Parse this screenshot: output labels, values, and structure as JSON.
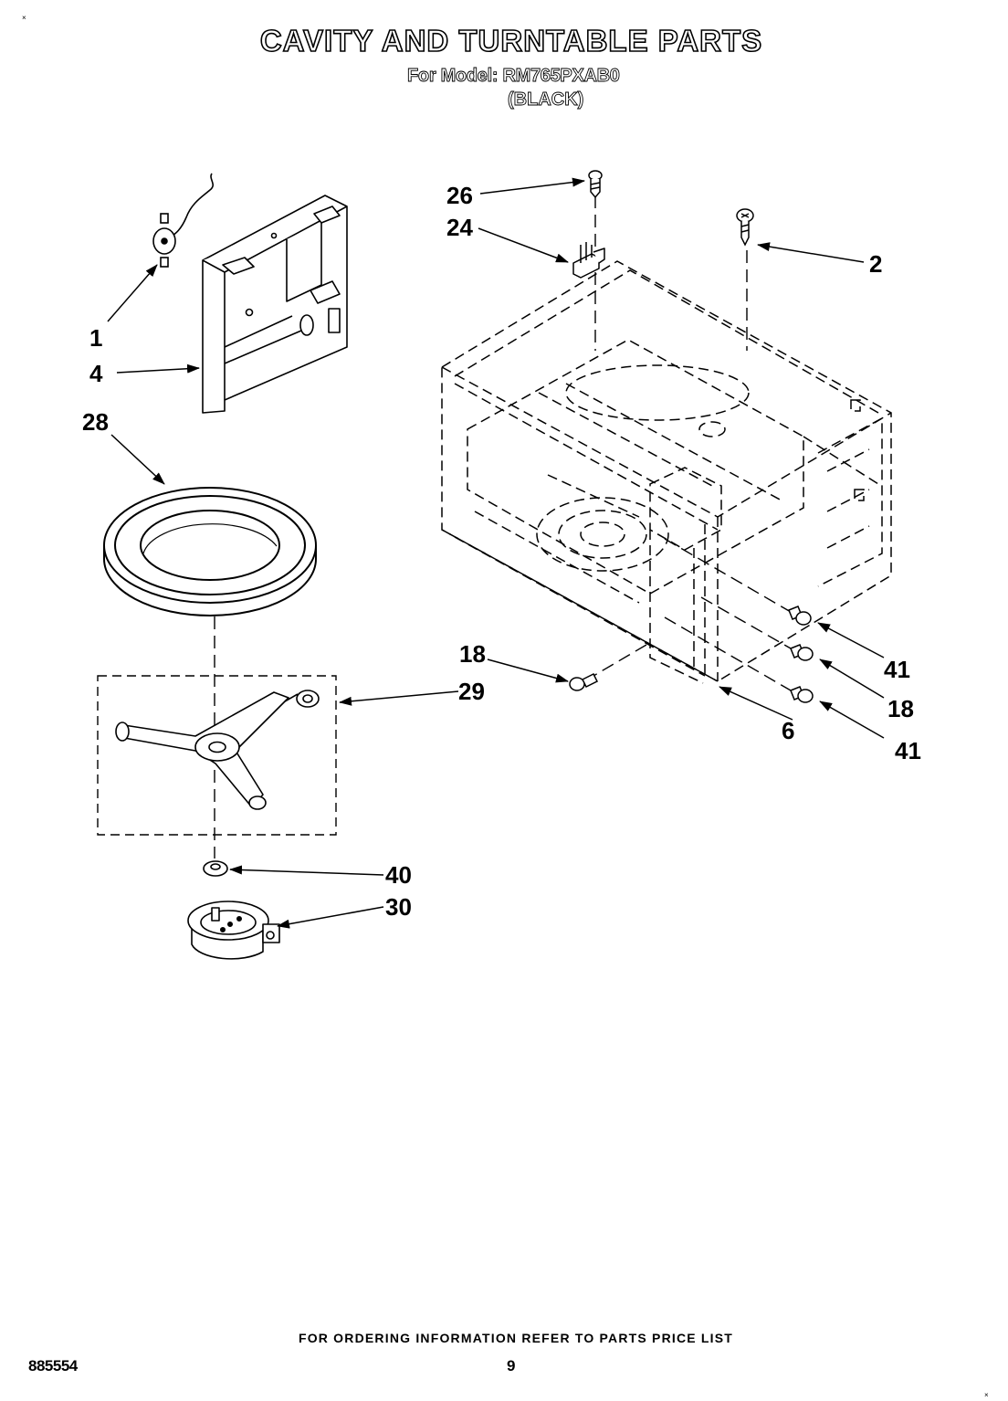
{
  "header": {
    "title": "CAVITY AND TURNTABLE PARTS",
    "model_line": "For Model: RM765PXAB0",
    "variant": "(BLACK)"
  },
  "callouts": {
    "c1": "1",
    "c4": "4",
    "c28": "28",
    "c29": "29",
    "c40": "40",
    "c30": "30",
    "c26": "26",
    "c24": "24",
    "c2": "2",
    "c18_left": "18",
    "c41_top": "41",
    "c18_right": "18",
    "c6": "6",
    "c41_bottom": "41"
  },
  "footer": {
    "ordering_note": "FOR ORDERING INFORMATION REFER TO PARTS PRICE LIST",
    "doc_number": "885554",
    "page_number": "9"
  },
  "marks": {
    "corner": "×"
  }
}
